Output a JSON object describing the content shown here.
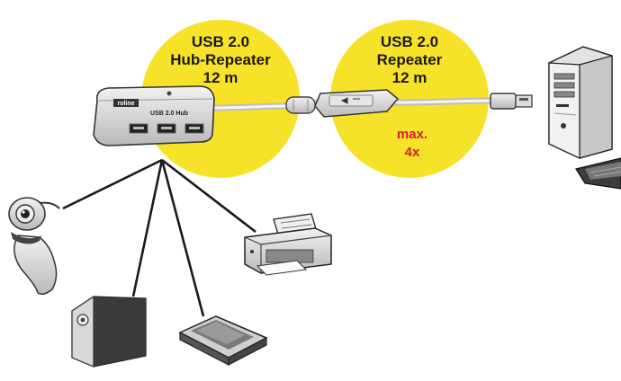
{
  "hub_label": {
    "line1": "USB 2.0",
    "line2": "Hub-Repeater",
    "line3": "12 m"
  },
  "repeater_label": {
    "line1": "USB 2.0",
    "line2": "Repeater",
    "line3": "12 m"
  },
  "max_label": {
    "line1": "max.",
    "line2": "4x"
  },
  "colors": {
    "accent_yellow": "#f7e22a",
    "max_red": "#d0202a"
  },
  "icons": [
    "webcam-icon",
    "hard-drive-icon",
    "scanner-icon",
    "printer-icon",
    "usb-hub-icon",
    "repeater-cable-icon",
    "usb-plug-icon",
    "pc-tower-icon",
    "keyboard-icon"
  ]
}
